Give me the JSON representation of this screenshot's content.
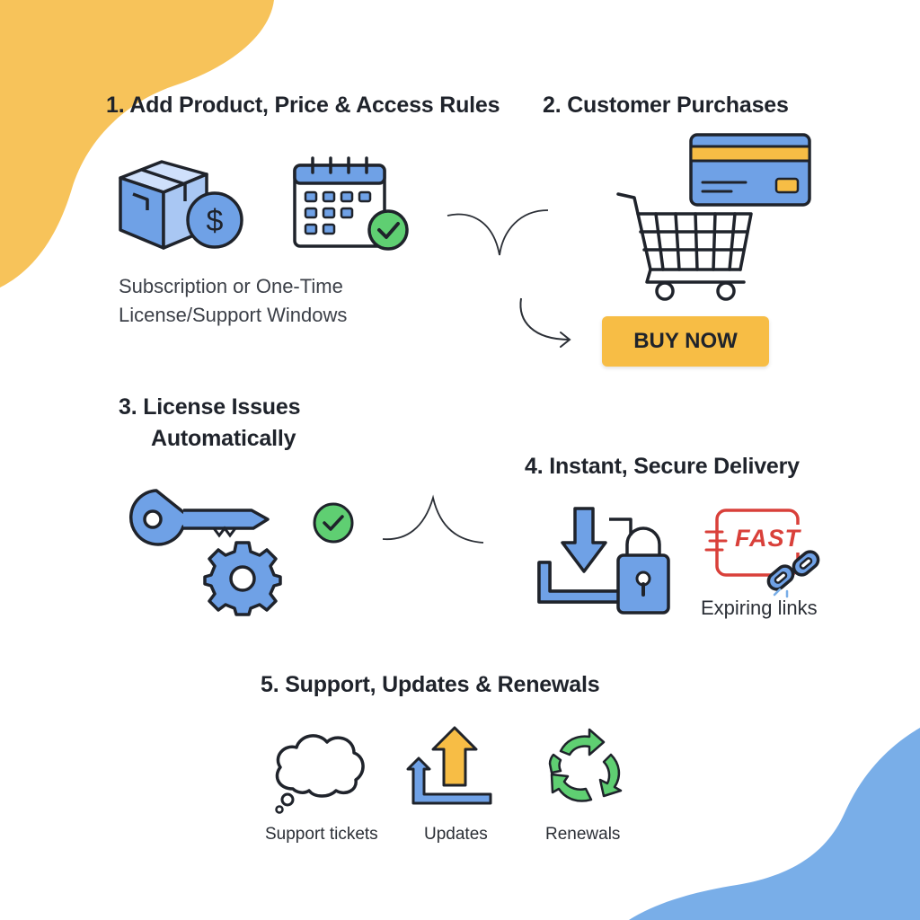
{
  "steps": {
    "step1": {
      "title": "1. Add Product, Price & Access Rules",
      "caption_line1": "Subscription or One-Time",
      "caption_line2": "License/Support Windows"
    },
    "step2": {
      "title": "2. Customer Purchases",
      "button_label": "BUY NOW"
    },
    "step3": {
      "title_line1": "3. License Issues",
      "title_line2": "Automatically"
    },
    "step4": {
      "title": "4. Instant, Secure Delivery",
      "badge_text": "FAST",
      "caption": "Expiring links"
    },
    "step5": {
      "title": "5. Support, Updates & Renewals",
      "items": [
        {
          "label": "Support tickets",
          "icon": "thought-cloud-icon"
        },
        {
          "label": "Updates",
          "icon": "upload-arrow-icon"
        },
        {
          "label": "Renewals",
          "icon": "recycle-arrows-icon"
        }
      ]
    }
  },
  "colors": {
    "accent_blue": "#6fa1e6",
    "accent_yellow": "#f7bd45",
    "accent_green": "#5fcf72",
    "badge_red": "#d9403a",
    "outline": "#1f232b"
  }
}
